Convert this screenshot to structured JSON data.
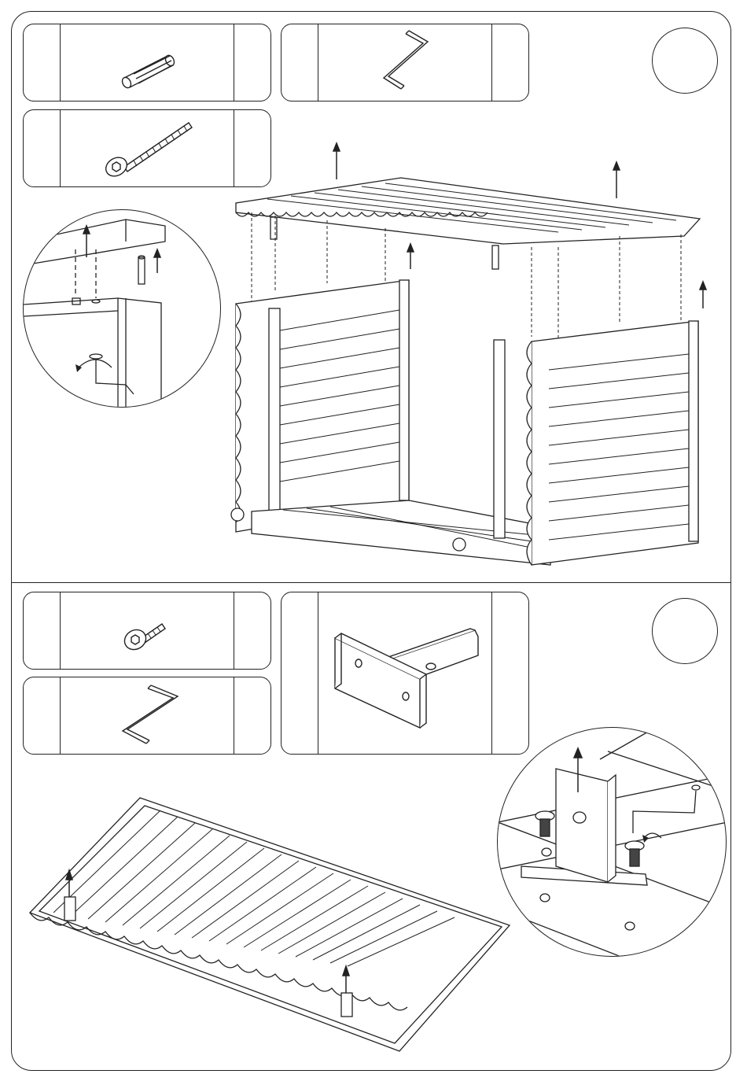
{
  "page": {
    "steps": [
      {
        "number": "",
        "parts": [
          {
            "name": "wooden-dowel"
          },
          {
            "name": "allen-key"
          },
          {
            "name": "long-bolt"
          }
        ],
        "scene": "raise-roof-onto-side-panels"
      },
      {
        "number": "",
        "parts": [
          {
            "name": "short-bolt"
          },
          {
            "name": "allen-key"
          },
          {
            "name": "metal-bracket"
          }
        ],
        "scene": "attach-brackets-to-floor-frame"
      }
    ]
  },
  "colors": {
    "line": "#222222",
    "background": "#ffffff",
    "hint": "#bbbbbb"
  },
  "icons": [
    "dowel-icon",
    "allen-key-icon",
    "bolt-icon",
    "bracket-icon",
    "arrow-up-icon",
    "rotate-arrow-icon"
  ]
}
